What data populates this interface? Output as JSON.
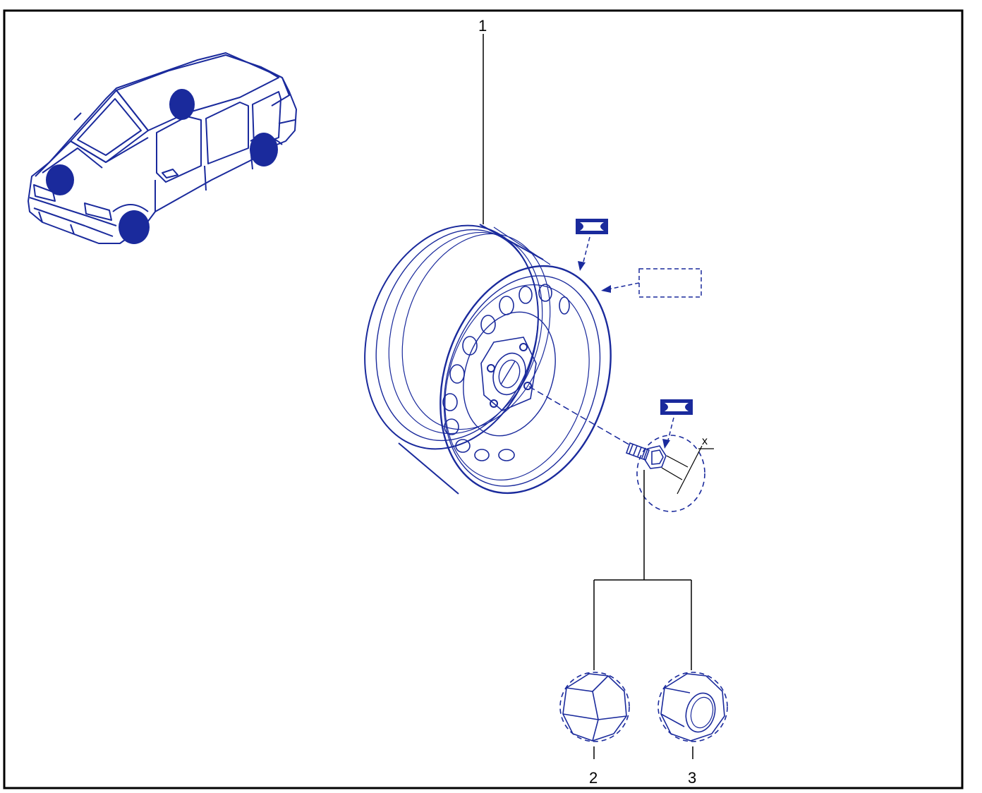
{
  "colors": {
    "ink": "#1a2a9c",
    "frame": "#000000",
    "background": "#ffffff"
  },
  "callouts": {
    "wheel": "1",
    "cap_closed": "2",
    "cap_open": "3",
    "dimension": "x"
  },
  "icons": [
    "car-location-icon",
    "grease-symbol-icon",
    "label-placeholder-icon"
  ]
}
